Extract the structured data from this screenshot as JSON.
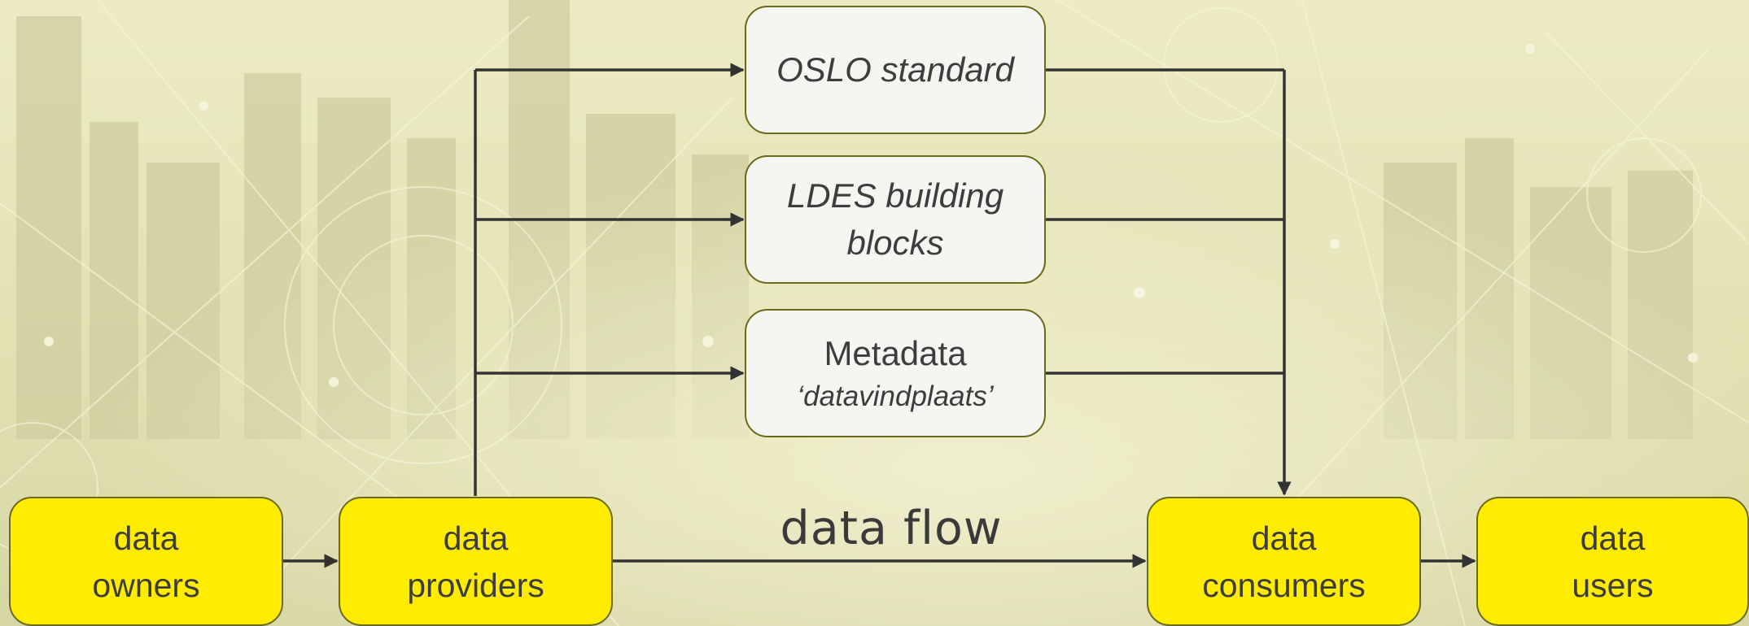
{
  "actors": {
    "owners": [
      "data",
      "owners"
    ],
    "providers": [
      "data",
      "providers"
    ],
    "consumers": [
      "data",
      "consumers"
    ],
    "users": [
      "data",
      "users"
    ]
  },
  "middle": {
    "oslo": "OSLO standard",
    "ldes": [
      "LDES building",
      "blocks"
    ],
    "metadata": {
      "title": "Metadata",
      "subtitle": "‘datavindplaats’"
    }
  },
  "flow_label": "data flow",
  "colors": {
    "actor_fill": "#ffec00",
    "box_fill": "#f5f5f2",
    "border": "#6b6a1a",
    "line": "#333333",
    "background": "#e6e5b8"
  }
}
